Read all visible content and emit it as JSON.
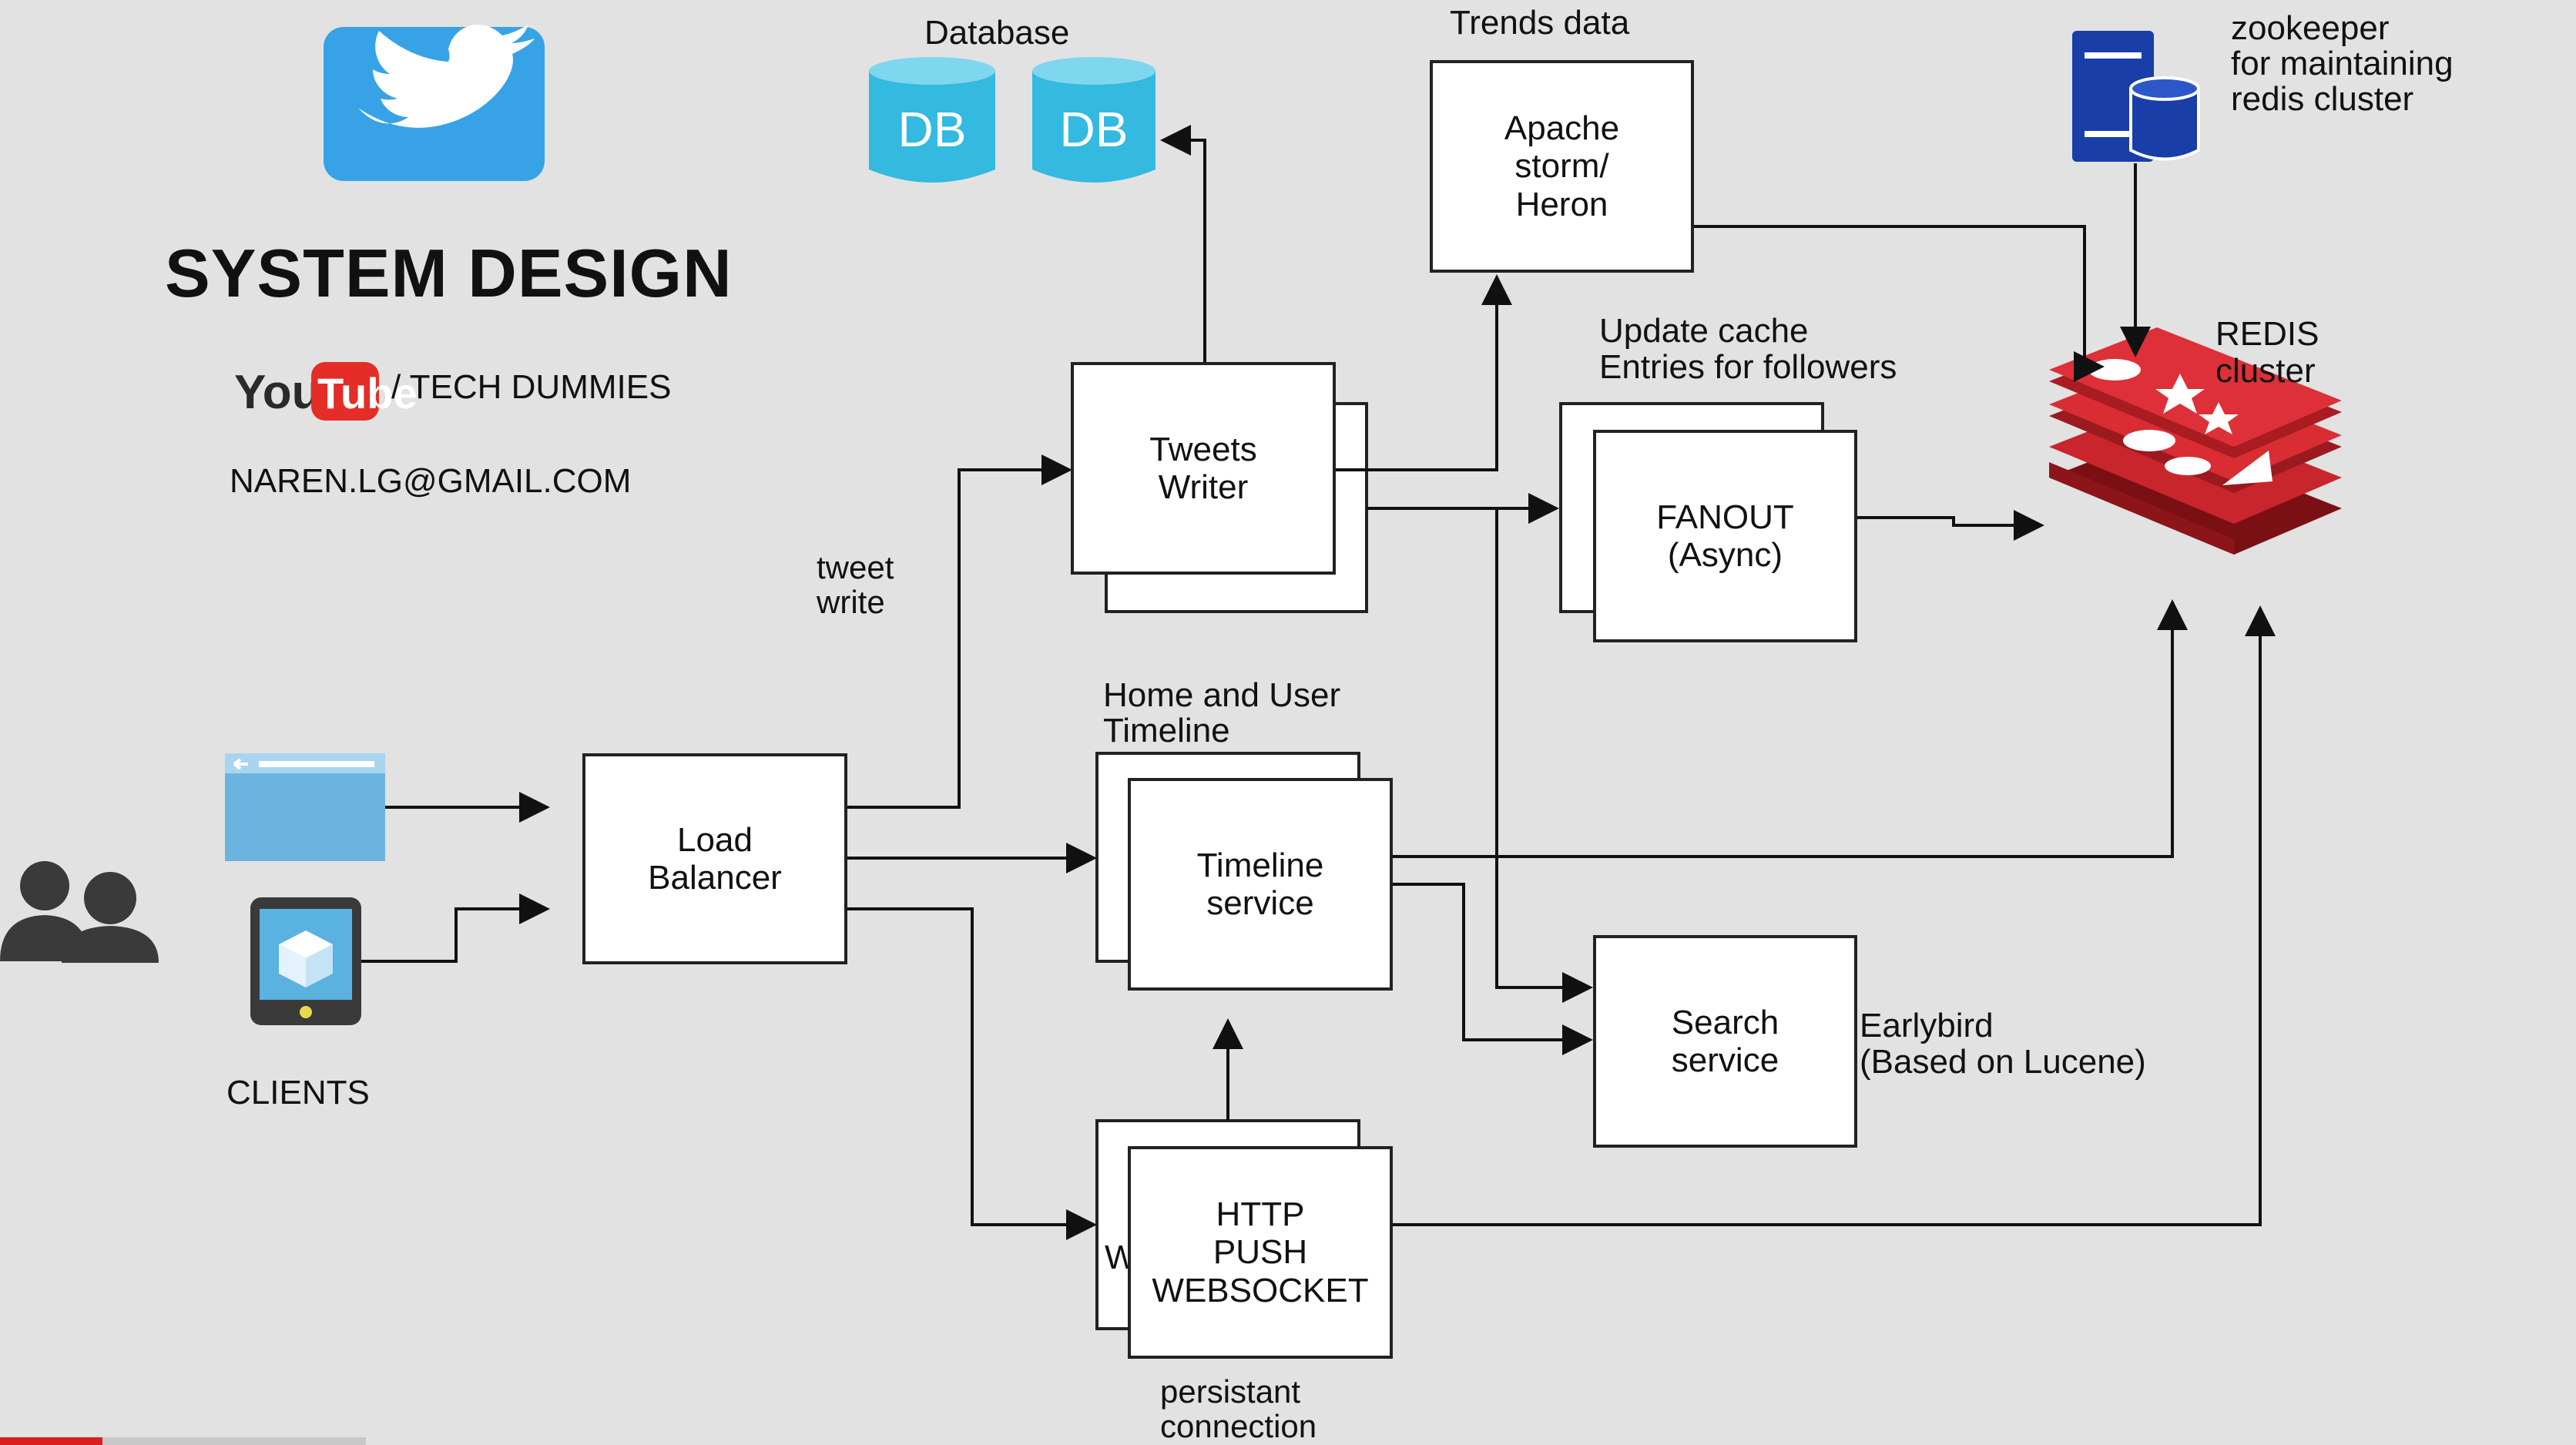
{
  "header": {
    "title": "SYSTEM DESIGN",
    "youtube_logo": "YouTube",
    "channel": "/ TECH DUMMIES",
    "email": "NAREN.LG@GMAIL.COM"
  },
  "clients": {
    "label": "CLIENTS"
  },
  "nodes": {
    "database": {
      "label": "Database",
      "db1": "DB",
      "db2": "DB"
    },
    "trends": {
      "caption": "Trends data",
      "text": "Apache\nstorm/\nHeron"
    },
    "zookeeper": {
      "text": "zookeeper\nfor  maintaining\nredis cluster"
    },
    "redis": {
      "text": "REDIS\ncluster"
    },
    "tweets_writer": {
      "text": "Tweets\nWriter"
    },
    "fanout": {
      "caption": "Update cache\nEntries for followers",
      "text": "FANOUT\n(Async)"
    },
    "load_balancer": {
      "text": "Load\nBalancer"
    },
    "timeline": {
      "caption": "Home and User\nTimeline",
      "text": "Timeline\nservice"
    },
    "search": {
      "text": "Search\nservice",
      "note": "Earlybird\n(Based on Lucene)"
    },
    "http_push": {
      "text": "HTTP\nPUSH\nWEBSOCKET",
      "back_letter": "W",
      "caption": "persistant\nconnection"
    }
  },
  "edge_labels": {
    "tweet_write": "tweet\nwrite"
  },
  "colors": {
    "twitter": "#37a3e6",
    "db": "#34b9e0",
    "redis": "#c8252c",
    "server": "#1a3ea8",
    "people": "#3a3a3a",
    "youtube_red": "#e52d27"
  },
  "video_progress": 0.28
}
